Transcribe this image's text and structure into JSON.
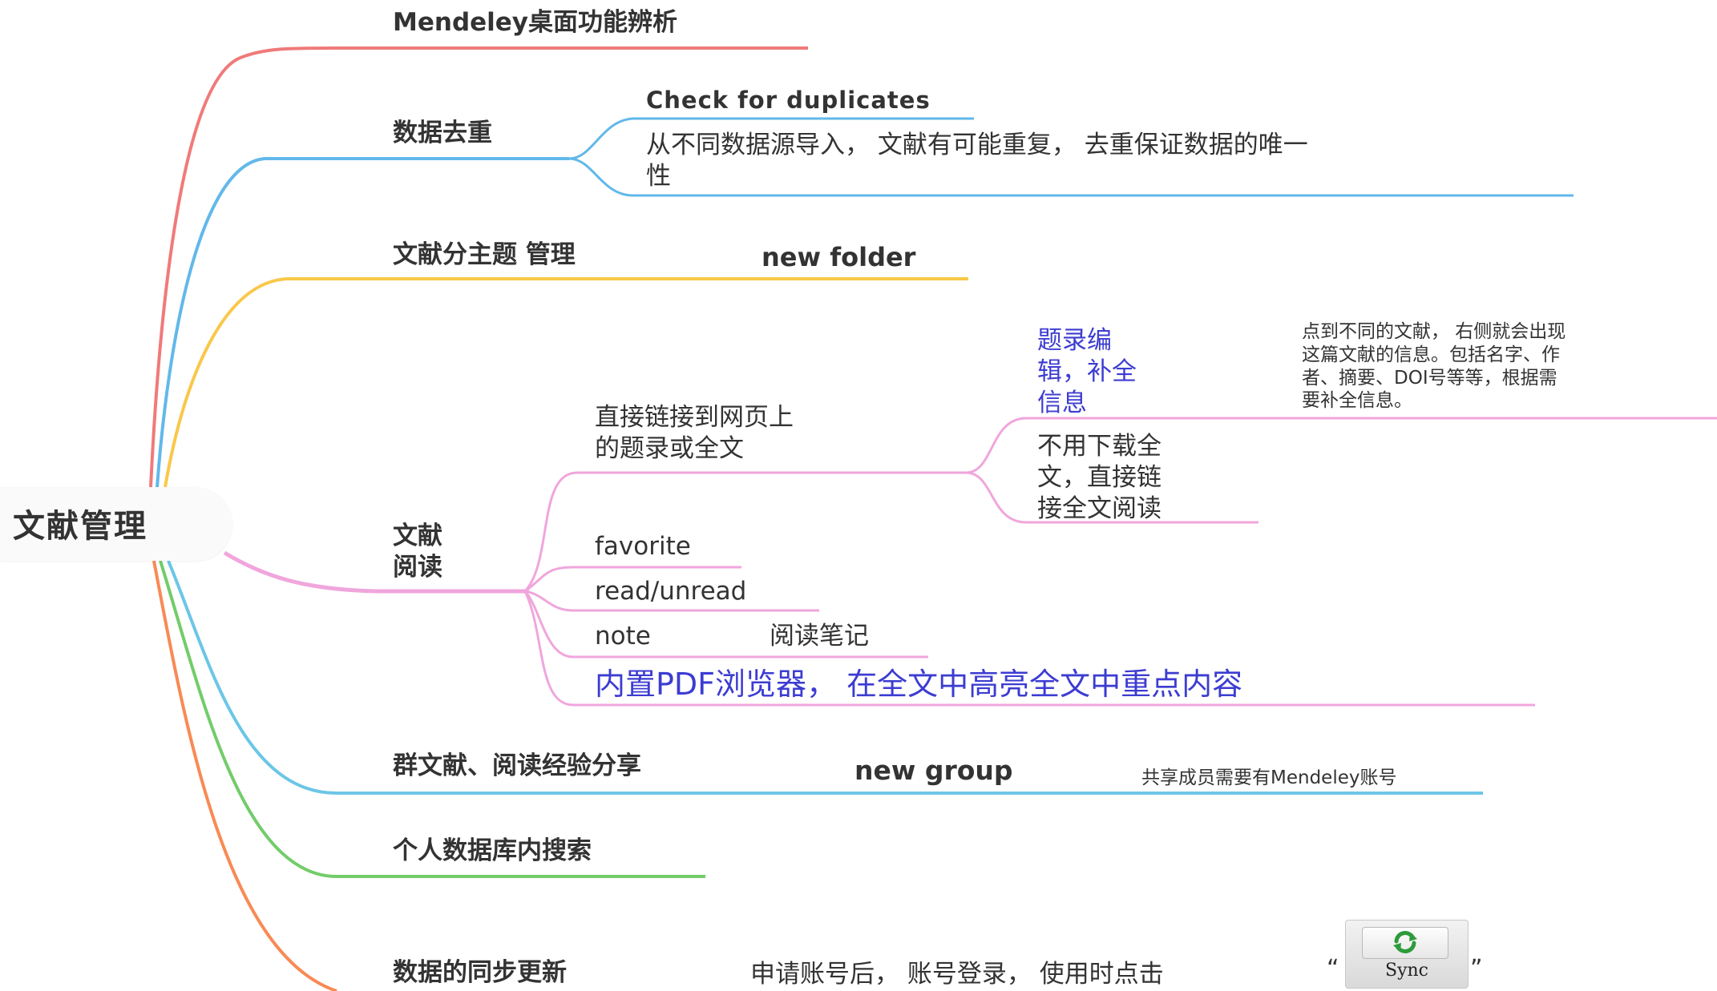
{
  "root": {
    "label": "文献管理"
  },
  "branches": {
    "desktop": {
      "label": "Mendeley桌面功能辨析"
    },
    "dedup": {
      "label": "数据去重",
      "check": "Check  for duplicates",
      "desc": "从不同数据源导入， 文献有可能重复， 去重保证数据的唯一\n性"
    },
    "folder": {
      "label": "文献分主题 管理",
      "sub": "new folder"
    },
    "reading": {
      "label": "文献\n阅读",
      "link": "直接链接到网页上\n的题录或全文",
      "edit": "题录编\n辑，补全\n信息",
      "edit_note": "点到不同的文献， 右侧就会出现\n这篇文献的信息。包括名字、作\n者、摘要、DOI号等等，根据需\n要补全信息。",
      "nodownload": "不用下载全\n文，直接链\n接全文阅读",
      "favorite": "favorite",
      "readunread": "read/unread",
      "note": "note",
      "note_sub": "阅读笔记",
      "pdf": "内置PDF浏览器， 在全文中高亮全文中重点内容"
    },
    "group": {
      "label": "群文献、阅读经验分享",
      "sub": "new group",
      "note": "共享成员需要有Mendeley账号"
    },
    "search": {
      "label": "个人数据库内搜索"
    },
    "sync": {
      "label": "数据的同步更新",
      "desc": "申请账号后， 账号登录， 使用时点击 ",
      "quote_open": "“",
      "quote_close": "”",
      "button_label": "Sync",
      "button_icon": "sync-arrows-icon"
    }
  },
  "colors": {
    "red": "#f07a7a",
    "blue": "#62b8ea",
    "yellow": "#f9c84a",
    "pink": "#f0a6dc",
    "teal": "#6cc6e6",
    "green": "#73cc6a",
    "orange": "#f88a55",
    "sync_green": "#2e9b3a"
  }
}
